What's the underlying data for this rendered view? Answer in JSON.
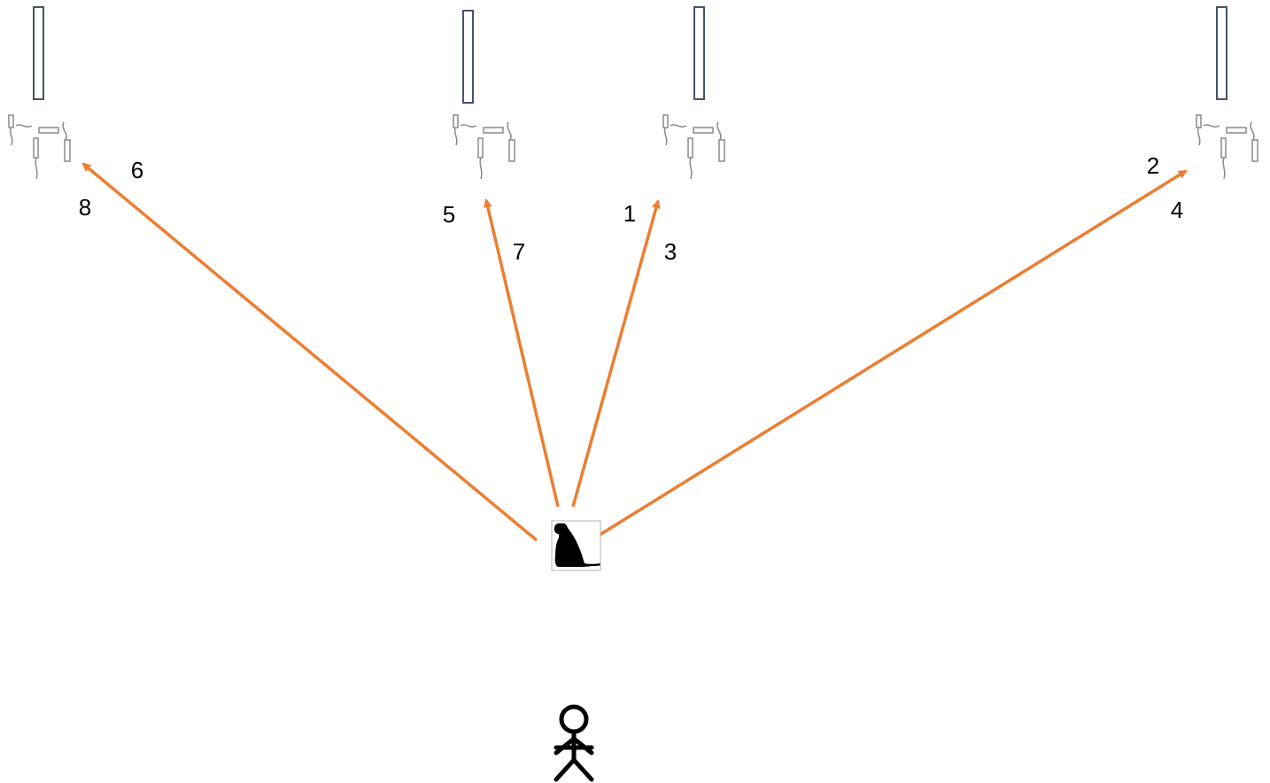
{
  "colors": {
    "arrow": "#ed7d31",
    "panel_outline": "#44546a",
    "stand_outline": "#8a8a8a",
    "ink": "#000000",
    "background": "#ffffff"
  },
  "icons": {
    "dog": "dog-silhouette-icon",
    "person": "stick-figure-person-icon",
    "panel": "vertical-panel",
    "stand": "stand-sketch"
  },
  "stations": [
    {
      "id": "far-left",
      "labels": [
        "6",
        "8"
      ]
    },
    {
      "id": "center-left",
      "labels": [
        "5",
        "7"
      ]
    },
    {
      "id": "center-right",
      "labels": [
        "1",
        "3"
      ]
    },
    {
      "id": "far-right",
      "labels": [
        "2",
        "4"
      ]
    }
  ]
}
